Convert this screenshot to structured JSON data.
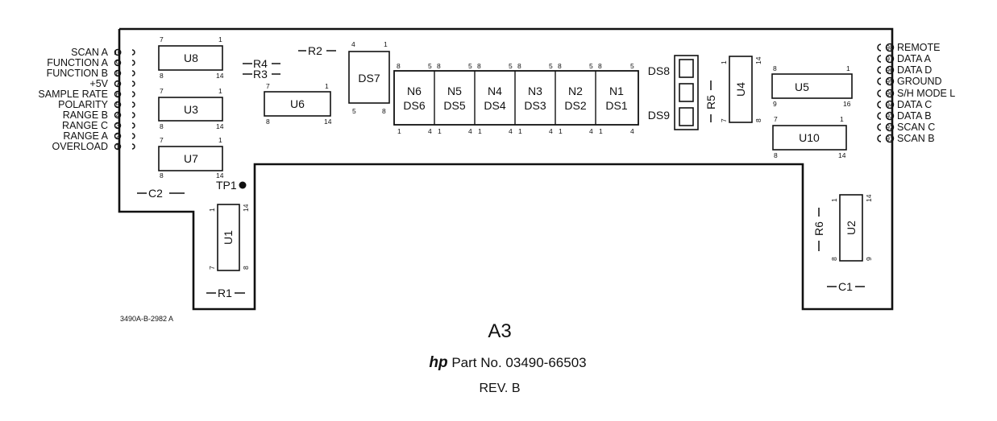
{
  "left_connector_labels": [
    "SCAN A",
    "FUNCTION A",
    "FUNCTION B",
    "+5V",
    "SAMPLE RATE",
    "POLARITY",
    "RANGE B",
    "RANGE C",
    "RANGE A",
    "OVERLOAD"
  ],
  "left_pin_numbers": [
    "10",
    "9",
    "8",
    "7",
    "6",
    "5",
    "4",
    "3",
    "2",
    "1"
  ],
  "right_connector_labels": [
    "REMOTE",
    "DATA A",
    "DATA D",
    "GROUND",
    "S/H MODE L",
    "DATA C",
    "DATA B",
    "SCAN C",
    "SCAN B"
  ],
  "right_pin_numbers": [
    "98",
    "97",
    "96",
    "95",
    "90",
    "94",
    "93",
    "92",
    "91"
  ],
  "ics": {
    "U8": {
      "name": "U8",
      "pins": [
        "7",
        "1",
        "8",
        "14"
      ]
    },
    "U3": {
      "name": "U3",
      "pins": [
        "7",
        "1",
        "8",
        "14"
      ]
    },
    "U7": {
      "name": "U7",
      "pins": [
        "7",
        "1",
        "8",
        "14"
      ]
    },
    "U6": {
      "name": "U6",
      "pins": [
        "7",
        "1",
        "8",
        "14"
      ]
    },
    "DS7": {
      "name": "DS7",
      "pins": [
        "4",
        "1",
        "5",
        "8"
      ]
    },
    "U5": {
      "name": "U5",
      "pins": [
        "8",
        "1",
        "9",
        "16"
      ]
    },
    "U10": {
      "name": "U10",
      "pins": [
        "7",
        "1",
        "8",
        "14"
      ]
    },
    "U4": {
      "name": "U4",
      "pins": [
        "1",
        "14",
        "7",
        "8"
      ]
    },
    "U1": {
      "name": "U1",
      "pins": [
        "1",
        "14",
        "7",
        "8"
      ]
    },
    "U2": {
      "name": "U2",
      "pins": [
        "1",
        "14",
        "8",
        "9"
      ]
    }
  },
  "displays": [
    {
      "n": "N6",
      "ds": "DS6"
    },
    {
      "n": "N5",
      "ds": "DS5"
    },
    {
      "n": "N4",
      "ds": "DS4"
    },
    {
      "n": "N3",
      "ds": "DS3"
    },
    {
      "n": "N2",
      "ds": "DS2"
    },
    {
      "n": "N1",
      "ds": "DS1"
    }
  ],
  "display_pins": {
    "top_left": "8",
    "top_right": "5",
    "bottom_left": "1",
    "bottom_right": "4"
  },
  "leds": [
    "DS8",
    "DS9"
  ],
  "passives": {
    "R1": "R1",
    "R2": "R2",
    "R3": "R3",
    "R4": "R4",
    "R5": "R5",
    "R6": "R6",
    "C1": "C1",
    "C2": "C2"
  },
  "test_point": "TP1",
  "drawing_number": "3490A-B-2982 A",
  "assembly": {
    "id": "A3",
    "brand": "hp",
    "part_label": "Part No. 03490-66503",
    "revision": "REV. B"
  }
}
